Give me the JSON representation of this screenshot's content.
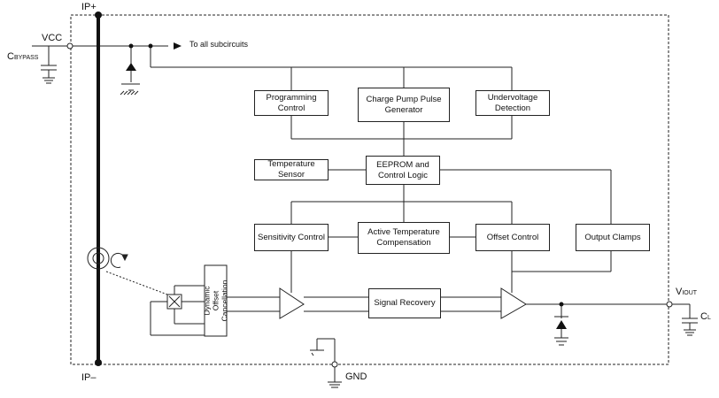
{
  "labels": {
    "ip_plus": "IP+",
    "ip_minus": "IP–",
    "vcc": "VCC",
    "c_bypass_main": "C",
    "c_bypass_sub": "BYPASS",
    "to_all": "To all subcircuits",
    "gnd": "GND",
    "viout_main": "V",
    "viout_sub": "IOUT",
    "cl_main": "C",
    "cl_sub": "L"
  },
  "blocks": {
    "programming_control": "Programming\nControl",
    "charge_pump": "Charge Pump Pulse\nGenerator",
    "undervoltage": "Undervoltage\nDetection",
    "temperature_sensor": "Temperature\nSensor",
    "eeprom": "EEPROM and\nControl Logic",
    "sensitivity_control": "Sensitivity Control",
    "active_temp": "Active Temperature\nCompensation",
    "offset_control": "Offset Control",
    "output_clamps": "Output Clamps",
    "signal_recovery": "Signal Recovery",
    "dynamic_offset": "Dynamic Offset\nCancellation"
  }
}
